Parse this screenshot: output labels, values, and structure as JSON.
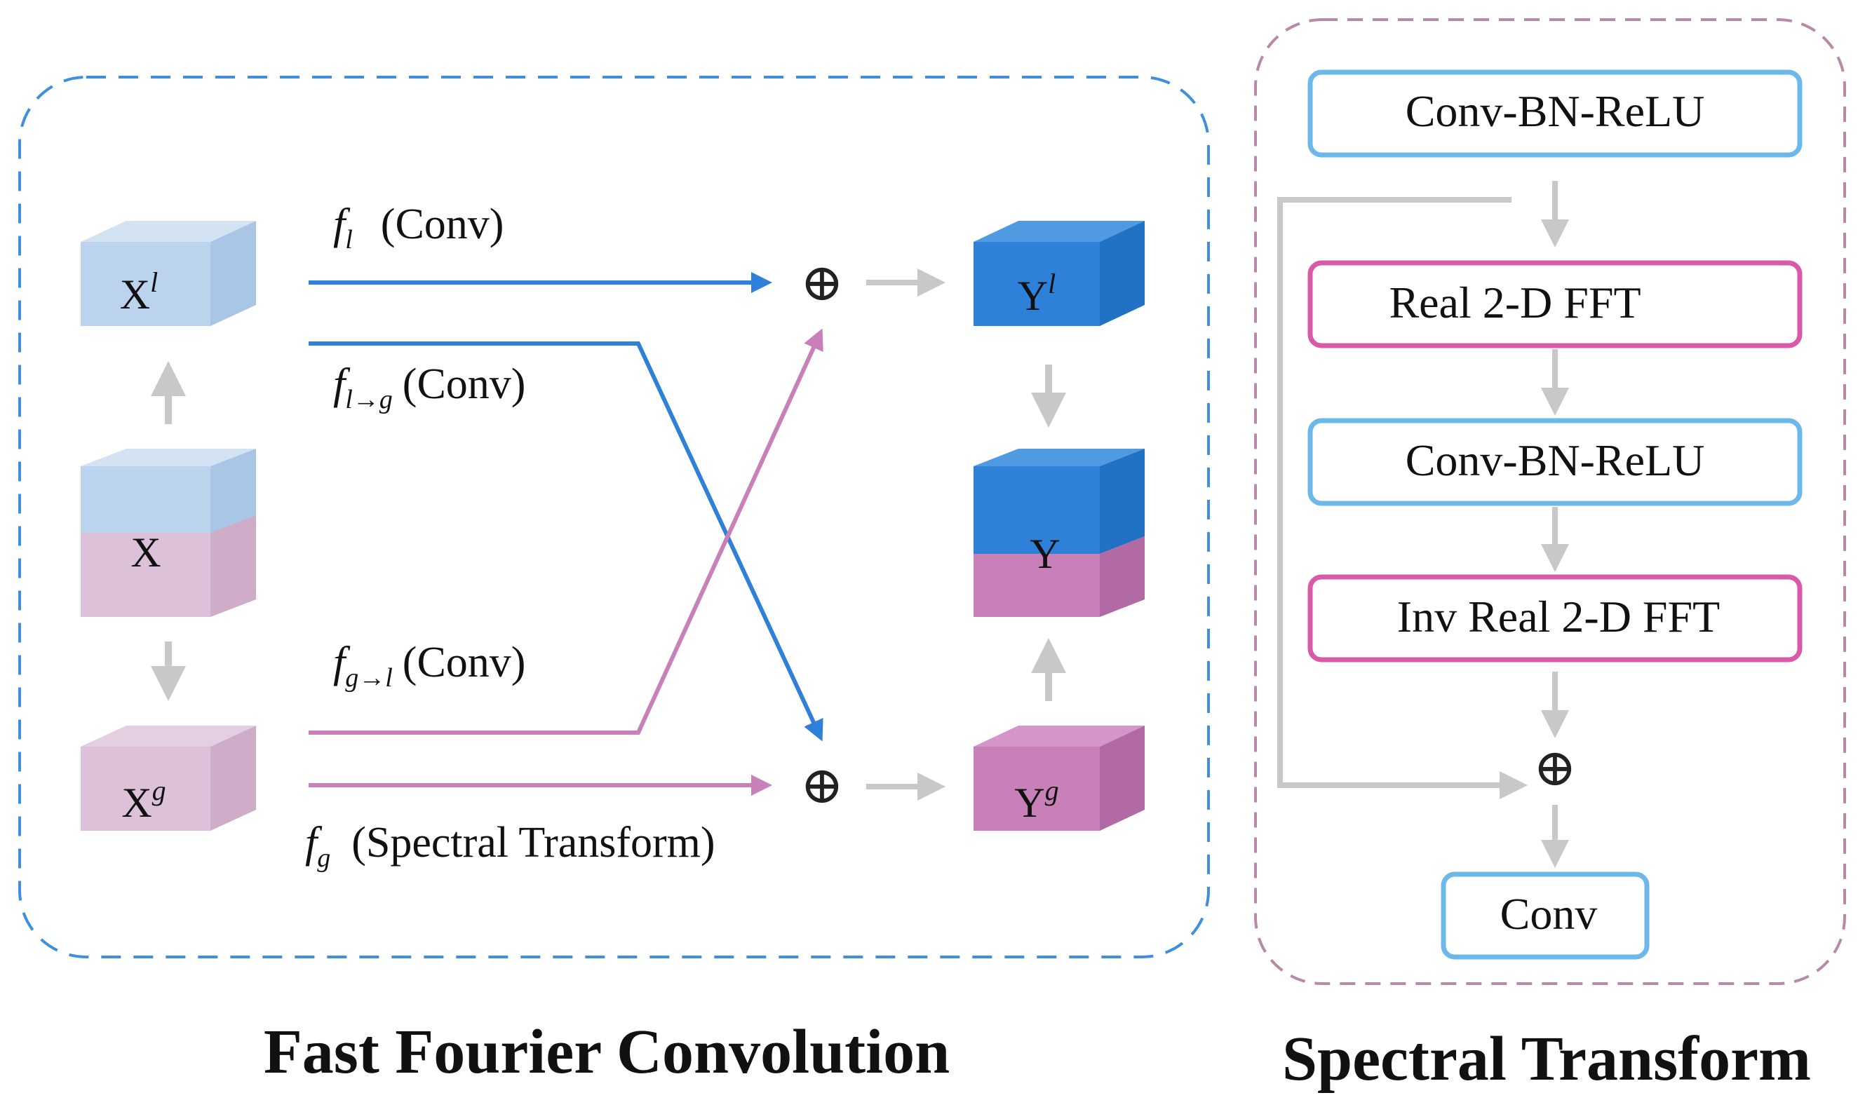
{
  "ffc": {
    "caption": "Fast Fourier Convolution",
    "inputs": {
      "local": {
        "base": "X",
        "sup": "l"
      },
      "full": {
        "base": "X"
      },
      "global": {
        "base": "X",
        "sup": "g"
      }
    },
    "outputs": {
      "local": {
        "base": "Y",
        "sup": "l"
      },
      "full": {
        "base": "Y"
      },
      "global": {
        "base": "Y",
        "sup": "g"
      }
    },
    "paths": {
      "f_l": {
        "sym": "f",
        "sub": "l",
        "label": "(Conv)"
      },
      "f_l_to_g": {
        "sym": "f",
        "sub": "l→g",
        "label": "(Conv)"
      },
      "f_g_to_l": {
        "sym": "f",
        "sub": "g→l",
        "label": "(Conv)"
      },
      "f_g": {
        "sym": "f",
        "sub": "g",
        "label": "(Spectral Transform)"
      }
    },
    "sum_symbol": "⊕"
  },
  "spectral": {
    "caption": "Spectral Transform",
    "blocks": [
      "Conv-BN-ReLU",
      "Real 2-D FFT",
      "Conv-BN-ReLU",
      "Inv Real 2-D FFT",
      "Conv"
    ],
    "sum_symbol": "⊕"
  },
  "colors": {
    "blue": "#2f80d8",
    "blue_light": "#bfd5ee",
    "pink": "#c880b8",
    "pink_light": "#dcc1d9",
    "box_blue_border": "#6cb8ea",
    "box_pink_border": "#d85aa8",
    "frame_blue": "#3f8fdd",
    "frame_pink": "#b98aa8",
    "gray_arrow": "#c8c8c8"
  }
}
